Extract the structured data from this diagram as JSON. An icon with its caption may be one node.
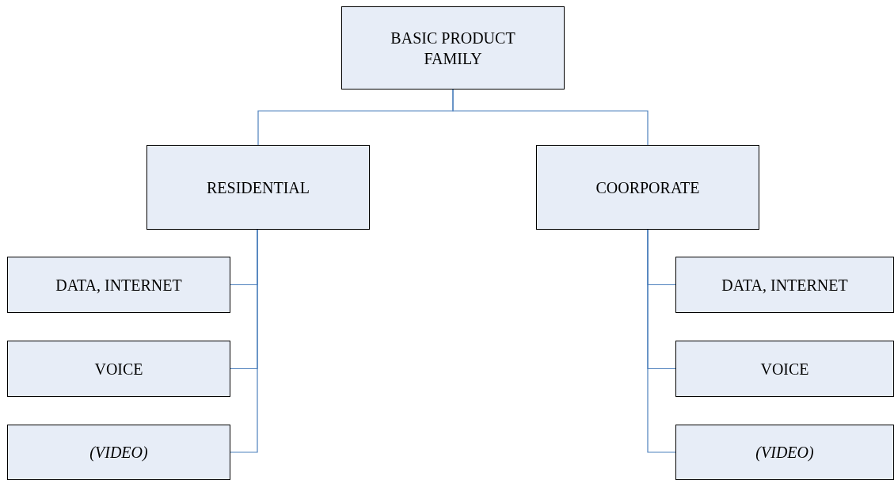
{
  "diagram": {
    "nodes": [
      {
        "text": [
          "BASIC PRODUCT FAMILY"
        ]
      },
      {
        "text": [
          "RESIDENTIAL"
        ]
      },
      {
        "text": [
          "COORPORATE"
        ]
      },
      {
        "text": [
          "DATA, INTERNET"
        ]
      },
      {
        "text": [
          "VOICE"
        ]
      },
      {
        "text": [
          "(VIDEO)"
        ]
      },
      {
        "text": [
          "DATA, INTERNET"
        ]
      },
      {
        "text": [
          "VOICE"
        ]
      },
      {
        "text": [
          "(VIDEO)"
        ]
      }
    ],
    "edges": [
      {
        "from": 0,
        "to": 1,
        "arrow": "none"
      },
      {
        "from": 0,
        "to": 2,
        "arrow": "none"
      },
      {
        "from": 1,
        "to": 3,
        "arrow": "none"
      },
      {
        "from": 1,
        "to": 4,
        "arrow": "none"
      },
      {
        "from": 1,
        "to": 5,
        "arrow": "none"
      },
      {
        "from": 2,
        "to": 6,
        "arrow": "none"
      },
      {
        "from": 2,
        "to": 7,
        "arrow": "none"
      },
      {
        "from": 2,
        "to": 8,
        "arrow": "none"
      }
    ]
  }
}
